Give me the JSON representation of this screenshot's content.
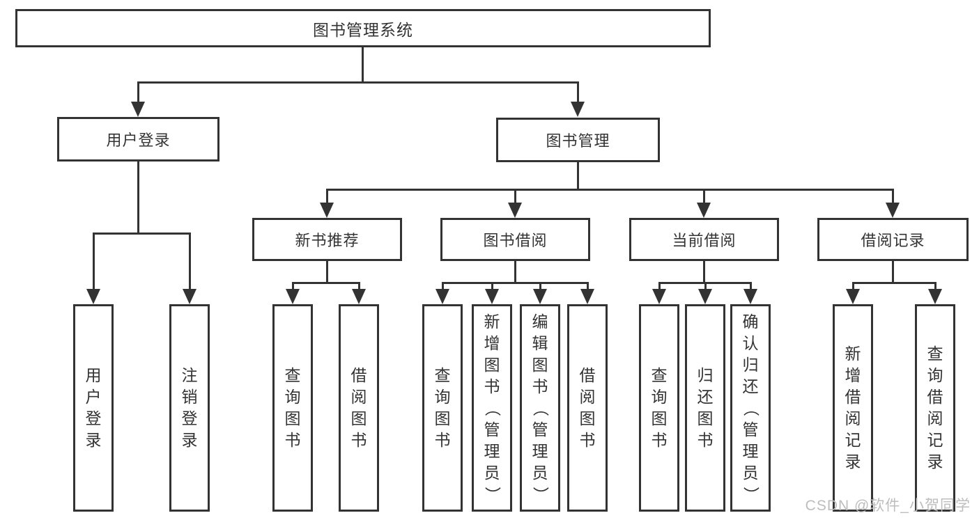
{
  "diagram": {
    "root": {
      "label": "图书管理系统"
    },
    "level2": [
      {
        "label": "用户登录"
      },
      {
        "label": "图书管理"
      }
    ],
    "level3": [
      {
        "label": "新书推荐"
      },
      {
        "label": "图书借阅"
      },
      {
        "label": "当前借阅"
      },
      {
        "label": "借阅记录"
      }
    ],
    "leaves": [
      {
        "label": "用户登录",
        "parent": "用户登录"
      },
      {
        "label": "注销登录",
        "parent": "用户登录"
      },
      {
        "label": "查询图书",
        "parent": "新书推荐"
      },
      {
        "label": "借阅图书",
        "parent": "新书推荐"
      },
      {
        "label": "查询图书",
        "parent": "图书借阅"
      },
      {
        "label": "新增图书（管理员）",
        "parent": "图书借阅"
      },
      {
        "label": "编辑图书（管理员）",
        "parent": "图书借阅"
      },
      {
        "label": "借阅图书",
        "parent": "图书借阅"
      },
      {
        "label": "查询图书",
        "parent": "当前借阅"
      },
      {
        "label": "归还图书",
        "parent": "当前借阅"
      },
      {
        "label": "确认归还（管理员）",
        "parent": "当前借阅"
      },
      {
        "label": "新增借阅记录",
        "parent": "借阅记录"
      },
      {
        "label": "查询借阅记录",
        "parent": "借阅记录"
      }
    ],
    "watermark": "CSDN @软件_小贺同学",
    "colors": {
      "line": "#333333",
      "text": "#333333",
      "background": "#ffffff",
      "watermark": "#bdbdbd"
    }
  }
}
